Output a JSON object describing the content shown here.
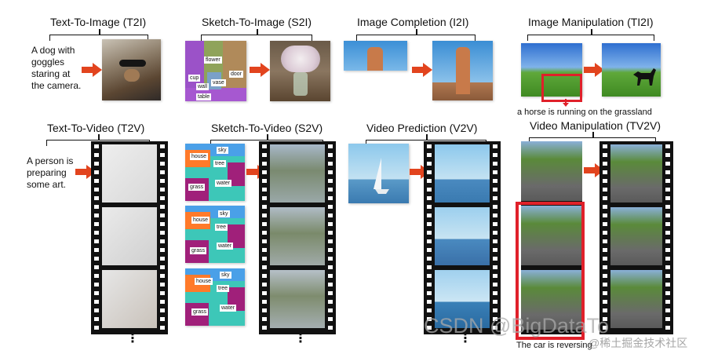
{
  "top": {
    "t2i": {
      "title": "Text-To-Image (T2I)",
      "prompt": [
        "A dog with",
        "goggles",
        "staring at",
        "the camera."
      ]
    },
    "s2i": {
      "title": "Sketch-To-Image (S2I)",
      "labels": [
        "flower",
        "cup",
        "wall",
        "vase",
        "door",
        "table"
      ]
    },
    "i2i": {
      "title": "Image Completion (I2I)"
    },
    "ti2i": {
      "title": "Image Manipulation (TI2I)",
      "caption": "a horse is running on the grassland"
    }
  },
  "bottom": {
    "t2v": {
      "title": "Text-To-Video (T2V)",
      "prompt": [
        "A person is",
        "preparing",
        "some art."
      ]
    },
    "s2v": {
      "title": "Sketch-To-Video (S2V)",
      "labels": [
        "sky",
        "house",
        "tree",
        "grass",
        "water"
      ]
    },
    "v2v": {
      "title": "Video Prediction (V2V)"
    },
    "tv2v": {
      "title": "Video Manipulation (TV2V)",
      "caption": "The car is reversing"
    }
  },
  "ellipsis": "⋮",
  "watermark": {
    "main": "CSDN @BigDataTo",
    "sub": "@稀土掘金技术社区"
  },
  "colors": {
    "arrow": "#e2441e",
    "highlight": "#e0202a"
  }
}
